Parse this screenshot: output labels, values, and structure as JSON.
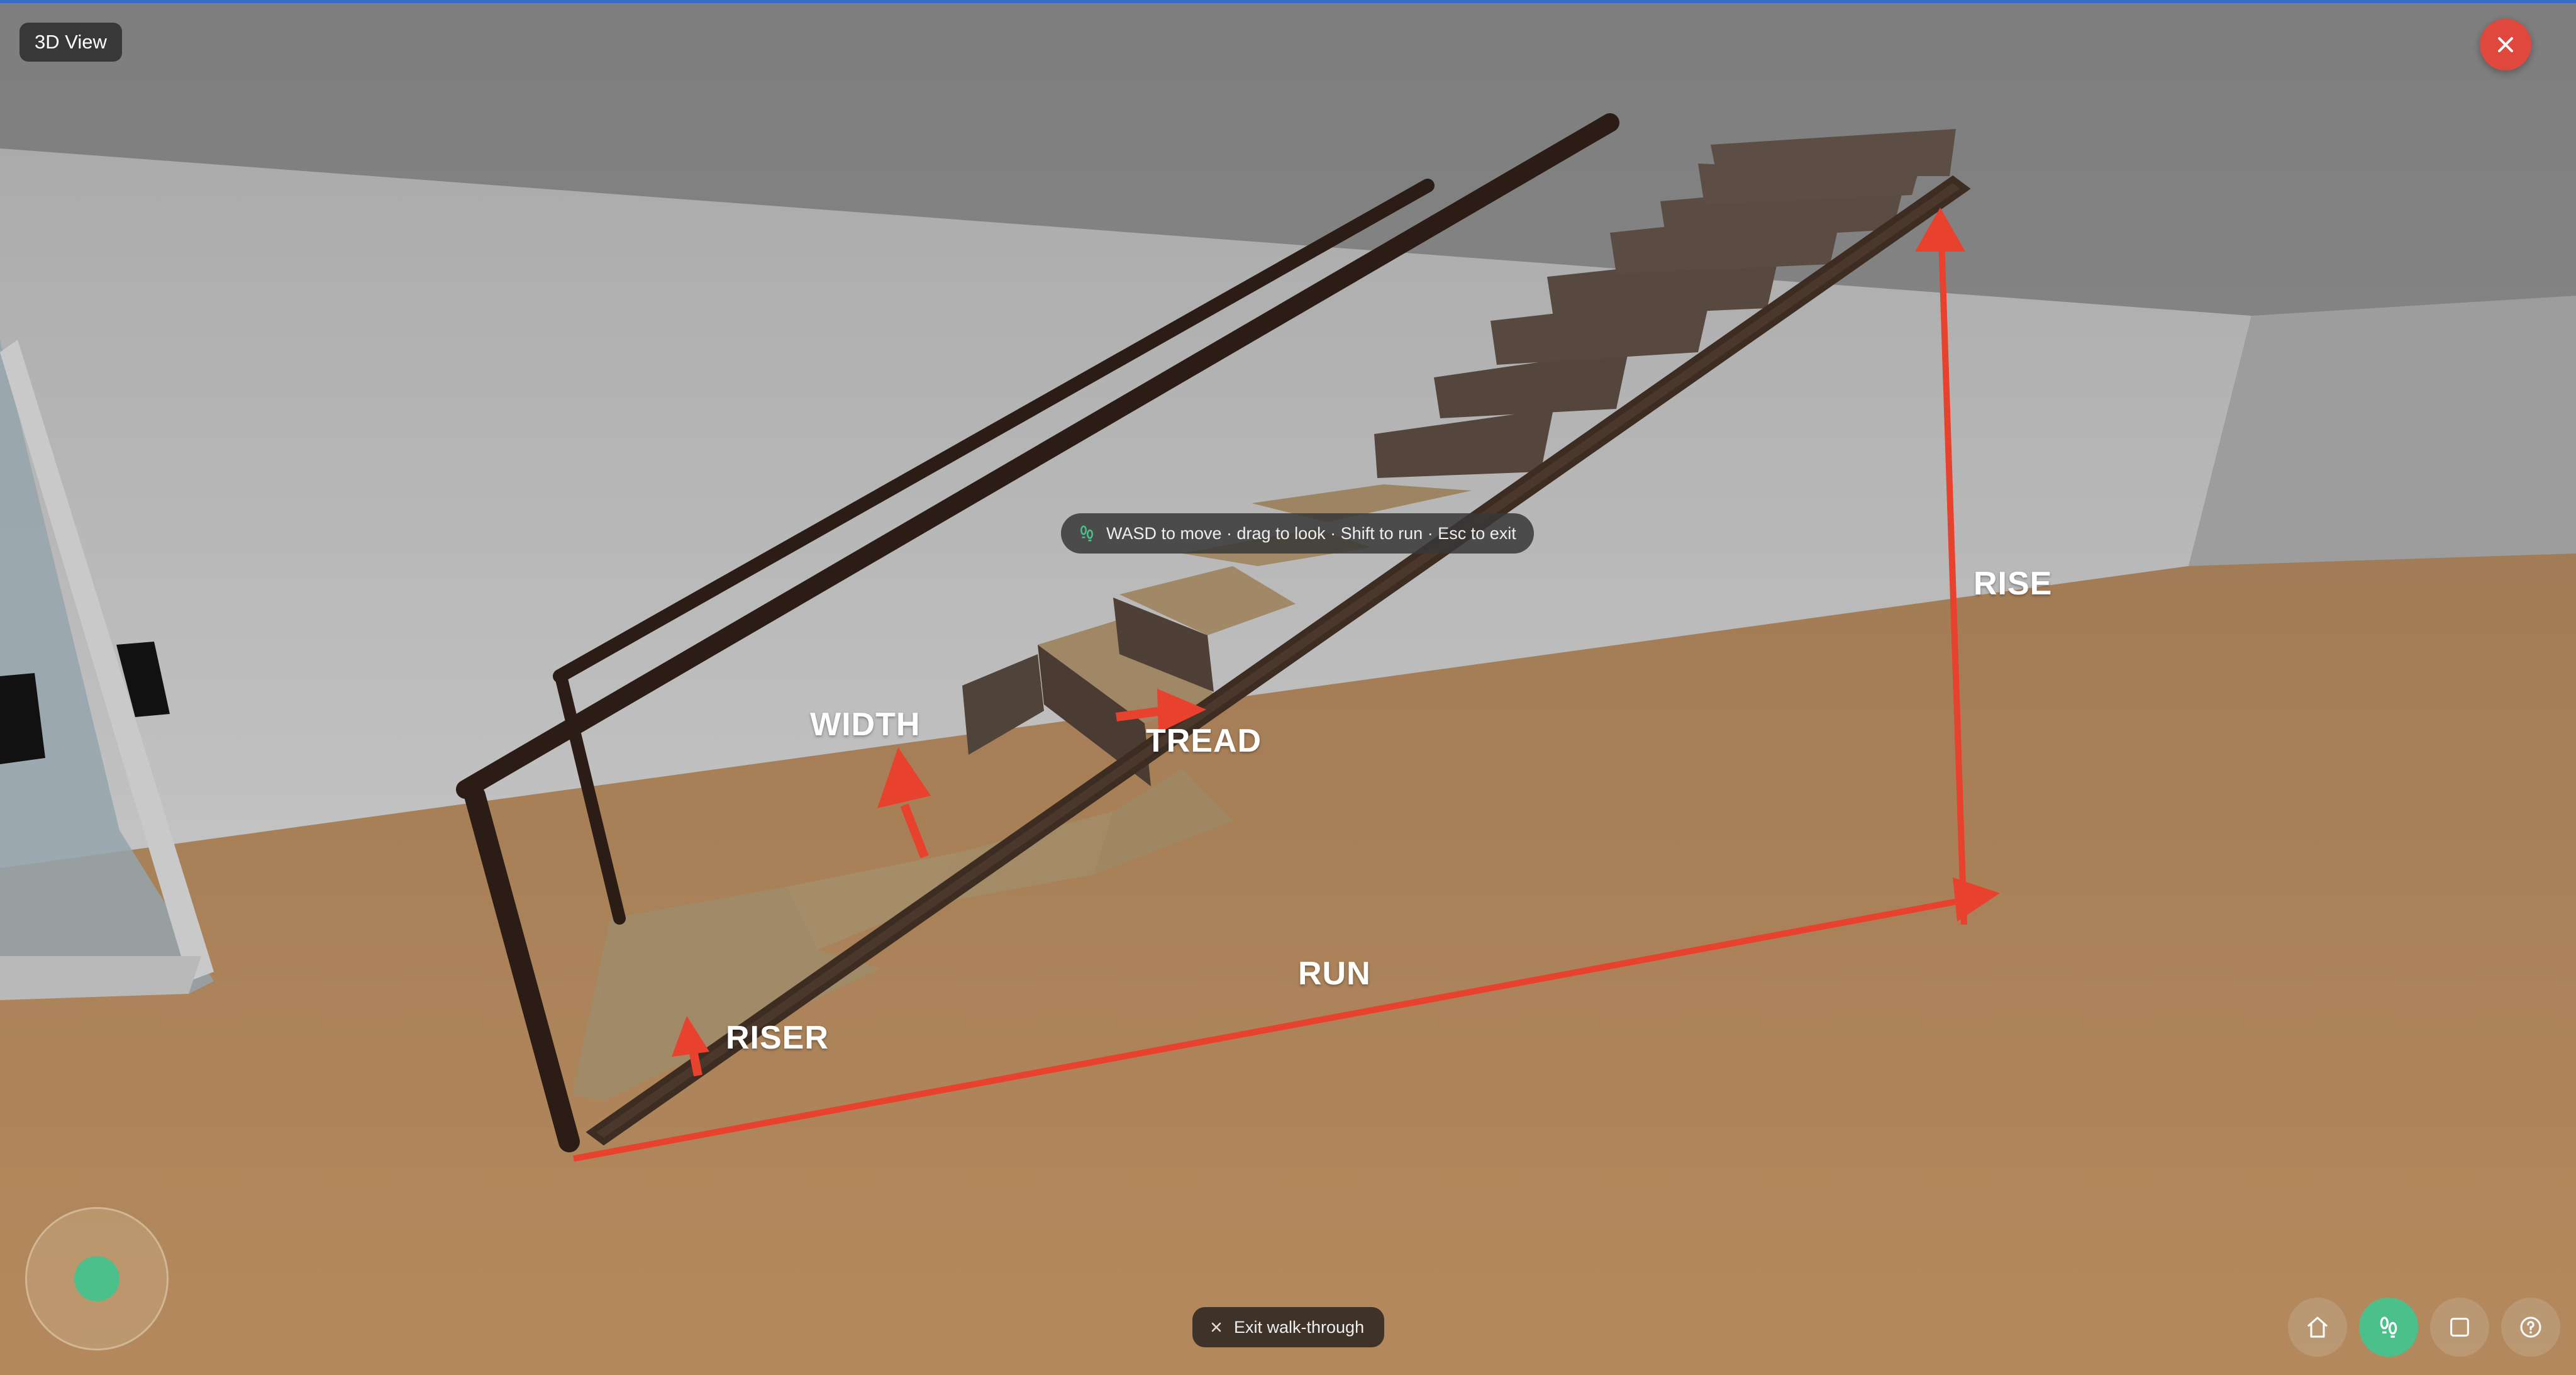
{
  "header": {
    "view_label": "3D View"
  },
  "hint": {
    "text": "WASD to move · drag to look · Shift to run · Esc to exit"
  },
  "footer": {
    "exit_label": "Exit walk-through"
  },
  "annotations": {
    "rise": "RISE",
    "run": "RUN",
    "width": "WIDTH",
    "tread": "TREAD",
    "riser": "RISER"
  },
  "toolbar": [
    {
      "icon": "home-icon"
    },
    {
      "icon": "footsteps-icon",
      "active": true
    },
    {
      "icon": "square-icon"
    },
    {
      "icon": "help-icon"
    }
  ],
  "colors": {
    "annotation": "#e8412d",
    "accent": "#4cc08a",
    "close": "#e0483e"
  }
}
